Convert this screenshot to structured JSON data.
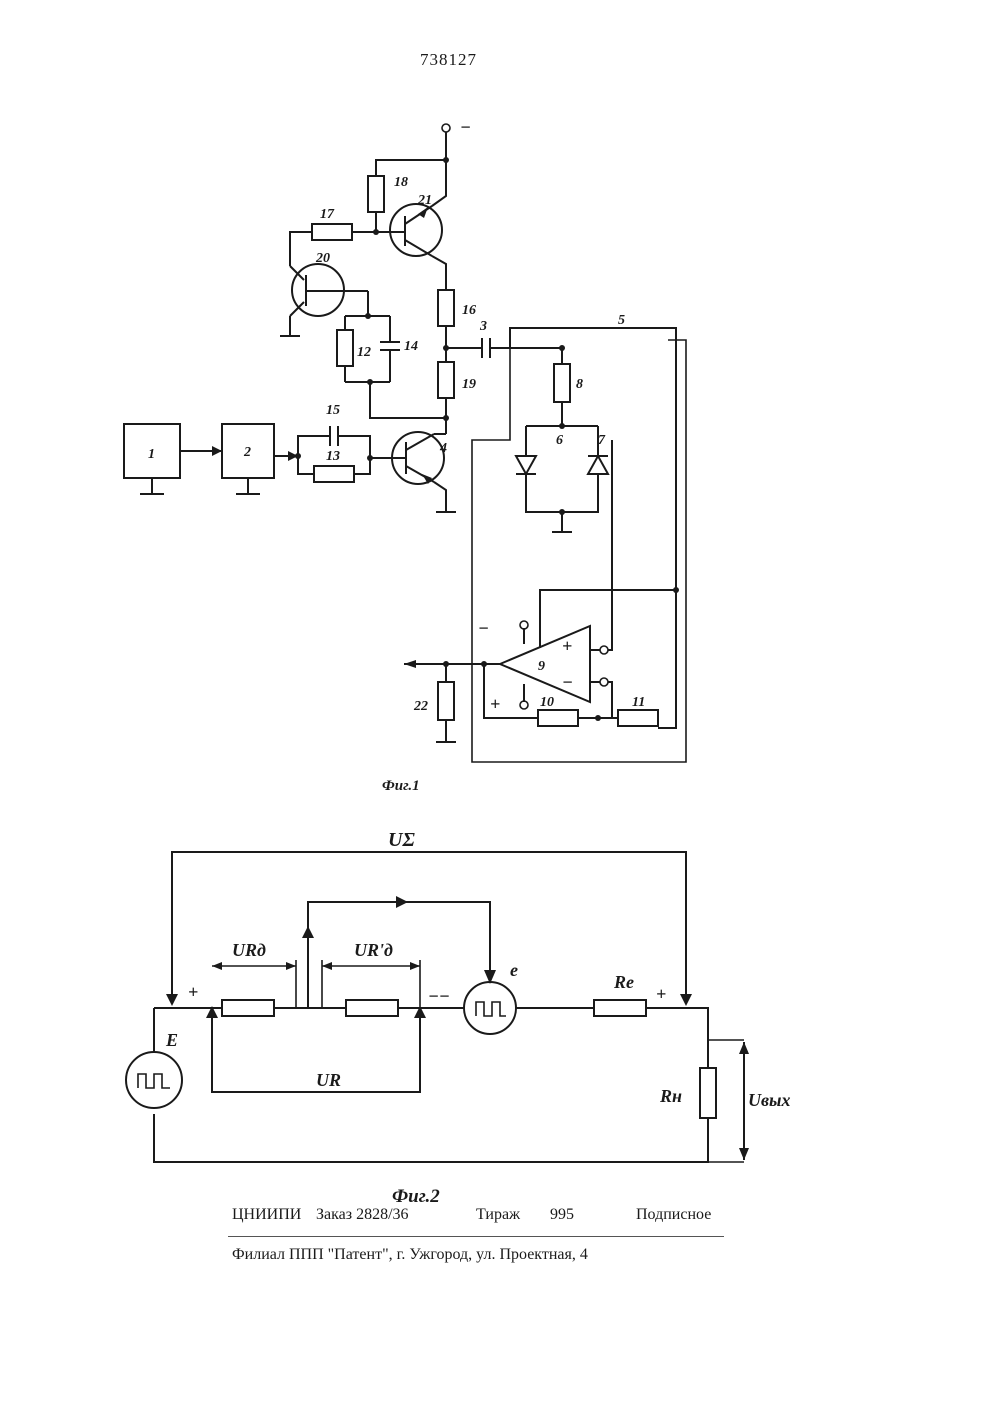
{
  "page": {
    "patent_number": "738127"
  },
  "figure1": {
    "caption": "Фиг.1",
    "labels": {
      "b1": "1",
      "b2": "2",
      "c3": "3",
      "t4": "4",
      "n5": "5",
      "d6": "6",
      "d7": "7",
      "r8": "8",
      "a9": "9",
      "r10": "10",
      "r11": "11",
      "r12": "12",
      "r13": "13",
      "c14": "14",
      "c15": "15",
      "r16": "16",
      "r17": "17",
      "r18": "18",
      "r19": "19",
      "t20": "20",
      "t21": "21",
      "r22": "22"
    },
    "supply": "−",
    "signs": {
      "minus_input": "−",
      "plus_input": "+",
      "amp_plus": "+",
      "amp_minus": "−",
      "left_plus": "+"
    }
  },
  "figure2": {
    "caption": "Фиг.2",
    "labels": {
      "u_sigma": "UΣ",
      "u_ra": "URд",
      "u_ra_prime": "UR'д",
      "u_r": "UR",
      "e_small": "e",
      "e_big": "E",
      "r_e": "Re",
      "r_h": "Rн",
      "u_out": "Uвых",
      "plus_left": "+",
      "plus_right": "+",
      "dashes": "−−"
    }
  },
  "footer": {
    "org": "ЦНИИПИ",
    "order": "Заказ 2828/36",
    "circulation_label": "Тираж",
    "circulation_value": "995",
    "status": "Подписное",
    "branch": "Филиал ППП \"Патент\", г. Ужгород, ул. Проектная, 4"
  }
}
